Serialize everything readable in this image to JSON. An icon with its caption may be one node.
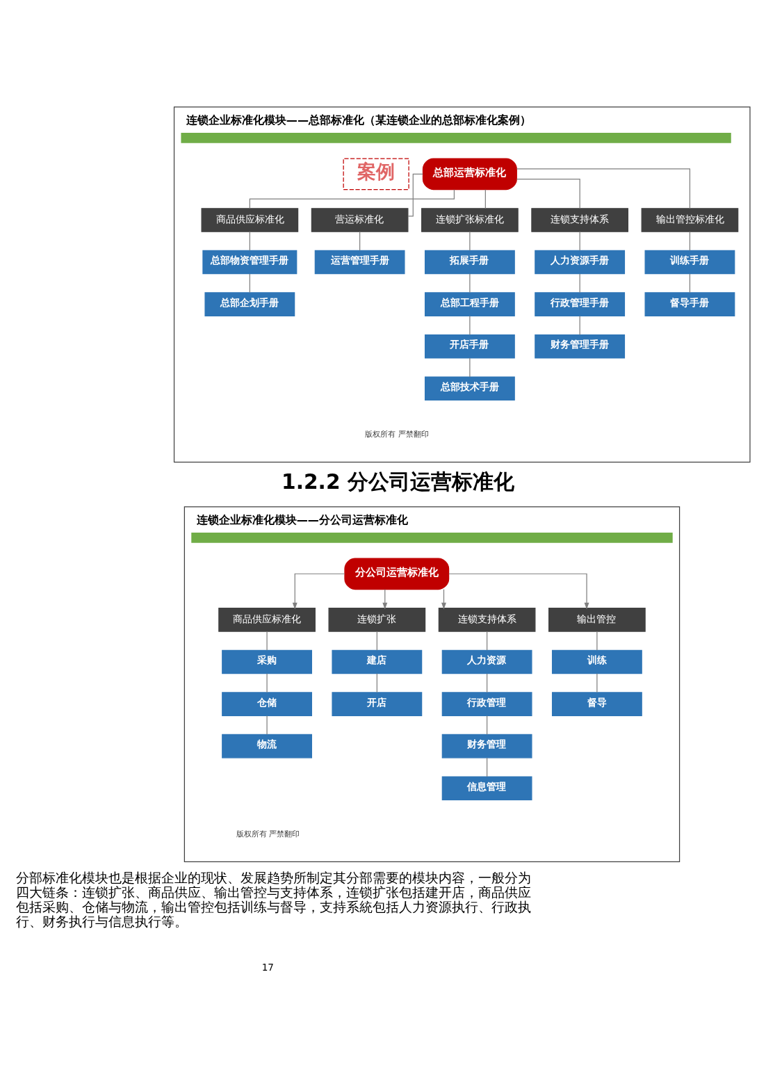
{
  "diagram": {
    "nodes": [
      {
        "text": [
          "连锁企业标准化模块——总部标准化（某连锁企业的总部标准化案例）",
          "版权所有 严禁翻印"
        ]
      },
      {
        "text": [
          "案例"
        ],
        "in": 0
      },
      {
        "text": [
          "总部运营标准化"
        ],
        "in": 0
      },
      {
        "text": [
          "商品供应标准化"
        ],
        "in": 0
      },
      {
        "text": [
          "营运标准化"
        ],
        "in": 0
      },
      {
        "text": [
          "连锁扩张标准化"
        ],
        "in": 0
      },
      {
        "text": [
          "连锁支持体系"
        ],
        "in": 0
      },
      {
        "text": [
          "输出管控标准化"
        ],
        "in": 0
      },
      {
        "text": [
          "总部物资管理手册"
        ],
        "in": 0
      },
      {
        "text": [
          "总部企划手册"
        ],
        "in": 0
      },
      {
        "text": [
          "运营管理手册"
        ],
        "in": 0
      },
      {
        "text": [
          "拓展手册"
        ],
        "in": 0
      },
      {
        "text": [
          "总部工程手册"
        ],
        "in": 0
      },
      {
        "text": [
          "开店手册"
        ],
        "in": 0
      },
      {
        "text": [
          "总部技术手册"
        ],
        "in": 0
      },
      {
        "text": [
          "人力资源手册"
        ],
        "in": 0
      },
      {
        "text": [
          "行政管理手册"
        ],
        "in": 0
      },
      {
        "text": [
          "财务管理手册"
        ],
        "in": 0
      },
      {
        "text": [
          "训练手册"
        ],
        "in": 0
      },
      {
        "text": [
          "督导手册"
        ],
        "in": 0
      },
      {
        "text": [
          "连锁企业标准化模块——分公司运营标准化",
          "版权所有 严禁翻印"
        ]
      },
      {
        "text": [
          "分公司运营标准化"
        ],
        "in": 20
      },
      {
        "text": [
          "商品供应标准化"
        ],
        "in": 20
      },
      {
        "text": [
          "连锁扩张"
        ],
        "in": 20
      },
      {
        "text": [
          "连锁支持体系"
        ],
        "in": 20
      },
      {
        "text": [
          "输出管控"
        ],
        "in": 20
      },
      {
        "text": [
          "采购"
        ],
        "in": 20
      },
      {
        "text": [
          "仓储"
        ],
        "in": 20
      },
      {
        "text": [
          "物流"
        ],
        "in": 20
      },
      {
        "text": [
          "建店"
        ],
        "in": 20
      },
      {
        "text": [
          "开店"
        ],
        "in": 20
      },
      {
        "text": [
          "人力资源"
        ],
        "in": 20
      },
      {
        "text": [
          "行政管理"
        ],
        "in": 20
      },
      {
        "text": [
          "财务管理"
        ],
        "in": 20
      },
      {
        "text": [
          "信息管理"
        ],
        "in": 20
      },
      {
        "text": [
          "训练"
        ],
        "in": 20
      },
      {
        "text": [
          "督导"
        ],
        "in": 20
      }
    ],
    "edges": [
      {
        "from": 2,
        "to": 3,
        "arrow": "none"
      },
      {
        "from": 2,
        "to": 4,
        "arrow": "none"
      },
      {
        "from": 2,
        "to": 5,
        "arrow": "none"
      },
      {
        "from": 2,
        "to": 6,
        "arrow": "none"
      },
      {
        "from": 2,
        "to": 7,
        "arrow": "none"
      },
      {
        "from": 3,
        "to": 8,
        "arrow": "none"
      },
      {
        "from": 8,
        "to": 9,
        "arrow": "none"
      },
      {
        "from": 4,
        "to": 10,
        "arrow": "none"
      },
      {
        "from": 5,
        "to": 11,
        "arrow": "none"
      },
      {
        "from": 11,
        "to": 12,
        "arrow": "none"
      },
      {
        "from": 12,
        "to": 13,
        "arrow": "none"
      },
      {
        "from": 13,
        "to": 14,
        "arrow": "none"
      },
      {
        "from": 6,
        "to": 15,
        "arrow": "none"
      },
      {
        "from": 15,
        "to": 16,
        "arrow": "none"
      },
      {
        "from": 16,
        "to": 17,
        "arrow": "none"
      },
      {
        "from": 7,
        "to": 18,
        "arrow": "none"
      },
      {
        "from": 18,
        "to": 19,
        "arrow": "none"
      },
      {
        "from": 21,
        "to": 22,
        "arrow": "to"
      },
      {
        "from": 21,
        "to": 23,
        "arrow": "to"
      },
      {
        "from": 21,
        "to": 24,
        "arrow": "to"
      },
      {
        "from": 21,
        "to": 25,
        "arrow": "to"
      },
      {
        "from": 22,
        "to": 26,
        "arrow": "none"
      },
      {
        "from": 26,
        "to": 27,
        "arrow": "none"
      },
      {
        "from": 27,
        "to": 28,
        "arrow": "none"
      },
      {
        "from": 23,
        "to": 29,
        "arrow": "none"
      },
      {
        "from": 29,
        "to": 30,
        "arrow": "none"
      },
      {
        "from": 24,
        "to": 31,
        "arrow": "none"
      },
      {
        "from": 31,
        "to": 32,
        "arrow": "none"
      },
      {
        "from": 32,
        "to": 33,
        "arrow": "none"
      },
      {
        "from": 33,
        "to": 34,
        "arrow": "none"
      },
      {
        "from": 25,
        "to": 35,
        "arrow": "none"
      },
      {
        "from": 35,
        "to": 36,
        "arrow": "none"
      }
    ],
    "labels": [
      "1.2.2 分公司运营标准化",
      "分部标准化模块也是根据企业的现状、发展趋势所制定其分部需要的模块内容，一般分为四大链条：连锁扩张、商品供应、输出管控与支持体系，连锁扩张包括建开店，商品供应包括采购、仓储与物流，输出管控包括训练与督导，支持系統包括人力资源执行、行政执行、财务执行与信息执行等。",
      "17"
    ]
  }
}
